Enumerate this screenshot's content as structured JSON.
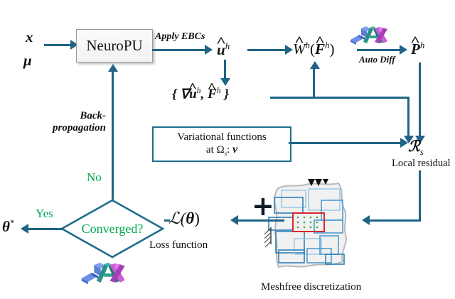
{
  "diagram": {
    "title": "NeuroPU variational meshfree learning workflow",
    "colors": {
      "arrow": "#1f6486",
      "box_border": "#1c6e8c",
      "green_text": "#00a64f",
      "node_fill": "#f2f2f2",
      "node_border": "#9a9a9a",
      "mesh_blue_dark": "#2f7fb8",
      "mesh_blue_light": "#9fcbe8",
      "patch_red": "#d9272e",
      "patch_dot_green": "#3faa3f",
      "jax_blue": "#5b8def",
      "jax_teal": "#2aa198",
      "jax_magenta": "#c95fd6"
    }
  },
  "inputs": {
    "x": "x",
    "mu": "μ"
  },
  "nodes": {
    "neuropu": "NeuroPU",
    "u_hat": {
      "base": "u",
      "sup": "h"
    },
    "grads": {
      "text": "{ ∇ûʰ, F̂ʰ }",
      "left": "{ ∇",
      "u": "u",
      "sup1": "h",
      "mid": ", ",
      "f": "F",
      "sup2": "h",
      "right": " }"
    },
    "variational": {
      "line1": "Variational functions",
      "line2_prefix": "at ",
      "line2_omega": "Ω",
      "line2_sub": "s",
      "line2_colon": ": ",
      "line2_v": "v"
    },
    "energy": {
      "w": "W",
      "w_sup": "h",
      "open": "(",
      "f": "F",
      "f_sup": "h",
      "close": ")"
    },
    "stress": {
      "base": "P",
      "sup": "h"
    },
    "residual": {
      "symbol": "ℛ",
      "sub": "s"
    },
    "loss": {
      "prefix": "ℒ(",
      "theta": "θ",
      "suffix": ")"
    },
    "theta_star": {
      "base": "θ",
      "sup": "*"
    },
    "decision": "Converged?"
  },
  "edge_labels": {
    "apply_ebcs": "Apply EBCs",
    "auto_diff": "Auto Diff",
    "backprop_line1": "Back-",
    "backprop_line2": "propagation",
    "no": "No",
    "yes": "Yes",
    "plus": "+"
  },
  "captions": {
    "local_residual": "Local residual",
    "loss_function": "Loss function",
    "meshfree": "Meshfree discretization"
  },
  "icons": {
    "jax_logo_top": "jax-logo",
    "jax_logo_bottom": "jax-logo",
    "traction_arrows": "downward-load-arrows",
    "fixed_support": "hatched-fixed-support"
  }
}
